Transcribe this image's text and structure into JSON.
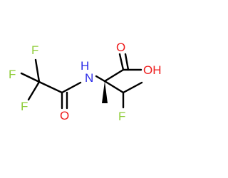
{
  "molecule": {
    "atoms": {
      "f_top": "F",
      "f_left": "F",
      "f_bottom": "F",
      "nh": "H",
      "n": "N",
      "o_amide": "O",
      "o_carbonyl": "O",
      "oh": "OH",
      "f_side": "F"
    },
    "colors": {
      "fluorine": "#8fcc38",
      "nitrogen": "#2b2be8",
      "oxygen": "#ee1c1c",
      "bond": "#000000"
    }
  }
}
